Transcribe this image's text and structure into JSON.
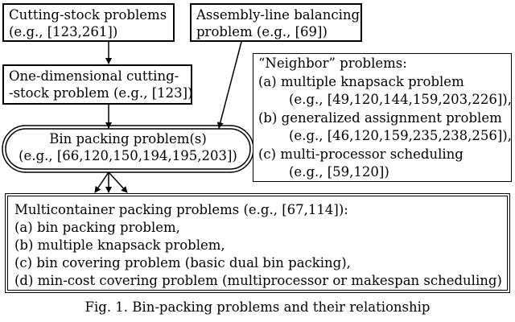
{
  "boxes": {
    "cutting_stock": [
      "Cutting-stock problems",
      "(e.g., [123,261])"
    ],
    "assembly_line": [
      "Assembly-line balancing",
      "problem (e.g., [69])"
    ],
    "one_dim": [
      "One-dimensional cutting-",
      "-stock problem (e.g., [123])"
    ],
    "bin_packing": [
      "Bin packing problem(s)",
      "(e.g., [66,120,150,194,195,203])"
    ],
    "neighbor": {
      "title": "“Neighbor” problems:",
      "items": [
        {
          "label": "(a) multiple knapsack problem",
          "ref": "(e.g., [49,120,144,159,203,226]),"
        },
        {
          "label": "(b) generalized assignment problem",
          "ref": "(e.g., [46,120,159,235,238,256]),"
        },
        {
          "label": "(c) multi-processor scheduling",
          "ref": "(e.g., [59,120])"
        }
      ]
    },
    "multicontainer": [
      "Multicontainer packing problems (e.g., [67,114]):",
      "(a) bin packing problem,",
      "(b) multiple knapsack problem,",
      "(c) bin covering problem (basic dual bin packing),",
      "(d) min-cost covering problem (multiprocessor or makespan scheduling)"
    ]
  },
  "caption": "Fig. 1. Bin-packing problems and their relationship"
}
